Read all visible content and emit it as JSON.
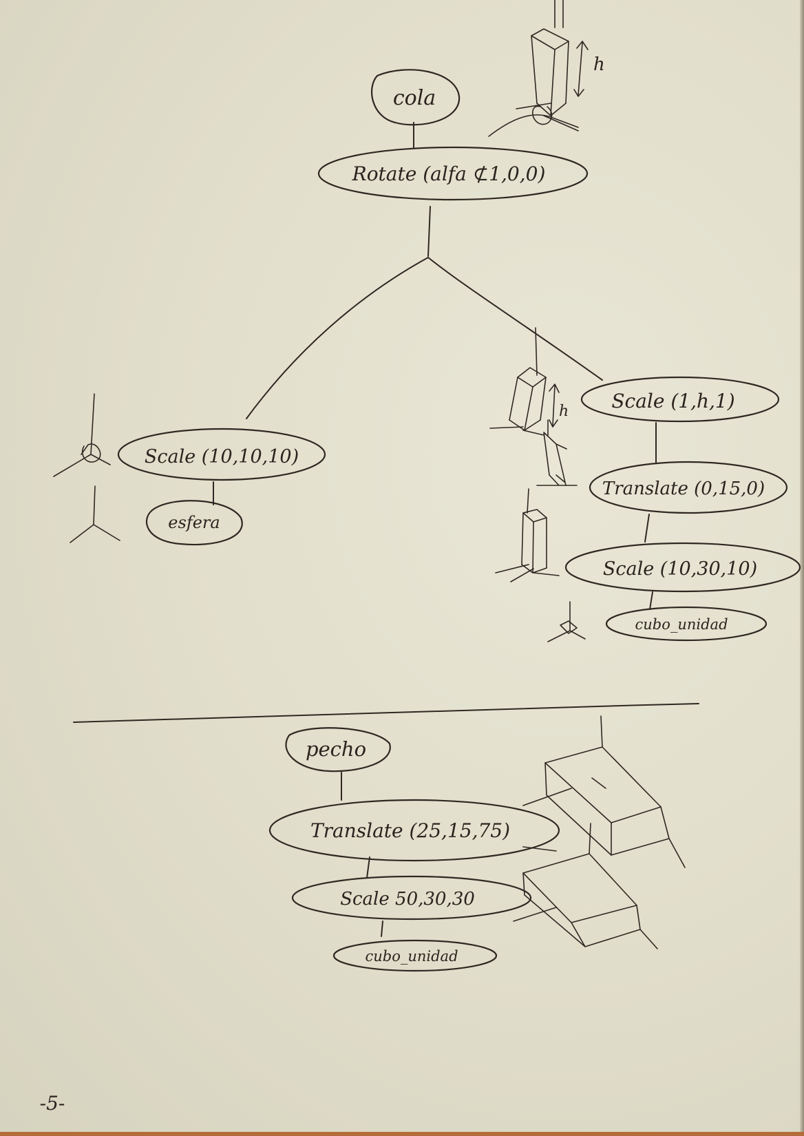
{
  "diagrams": {
    "cola": {
      "root": "cola",
      "rotate": "Rotate (alfa ⊄1,0,0)",
      "left_scale": "Scale (10,10,10)",
      "left_leaf": "esfera",
      "right_scale_top": "Scale (1,h,1)",
      "right_translate": "Translate (0,15,0)",
      "right_scale_bottom": "Scale (10,30,10)",
      "right_leaf": "cubo_unidad",
      "height_label": "h",
      "height_label_2": "h"
    },
    "pecho": {
      "root": "pecho",
      "translate": "Translate (25,15,75)",
      "scale": "Scale 50,30,30",
      "leaf": "cubo_unidad"
    }
  },
  "page_number": "-5-"
}
